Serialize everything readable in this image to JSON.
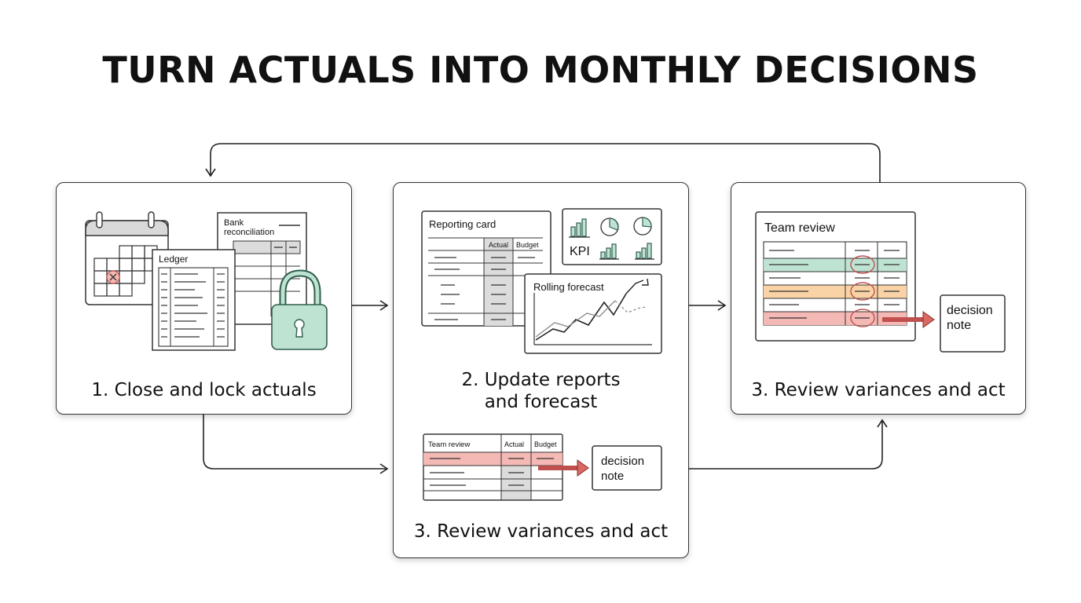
{
  "title": "TURN ACTUALS INTO MONTHLY DECISIONS",
  "step1": {
    "label": "1. Close and lock actuals",
    "ledger_title": "Ledger",
    "bank_title_line1": "Bank",
    "bank_title_line2": "reconciliation"
  },
  "step2": {
    "label_line1": "2. Update reports",
    "label_line2": "and forecast",
    "reporting_card_title": "Reporting card",
    "col_actual": "Actual",
    "col_budget": "Budget",
    "kpi_label": "KPI",
    "rolling_forecast_title": "Rolling forecast",
    "sub_label": "3. Review variances and act",
    "team_review_title": "Team review",
    "decision_note_line1": "decision",
    "decision_note_line2": "note"
  },
  "step3": {
    "label": "3. Review variances and act",
    "team_review_title": "Team review",
    "decision_note_line1": "decision",
    "decision_note_line2": "note"
  },
  "colors": {
    "green_fill": "#bfe3d2",
    "green_stroke": "#2f5e4c",
    "red_fill": "#f4b9b4",
    "red_stroke": "#c0504d",
    "orange_fill": "#f9d3a5",
    "gray_fill": "#dcdcdc"
  }
}
